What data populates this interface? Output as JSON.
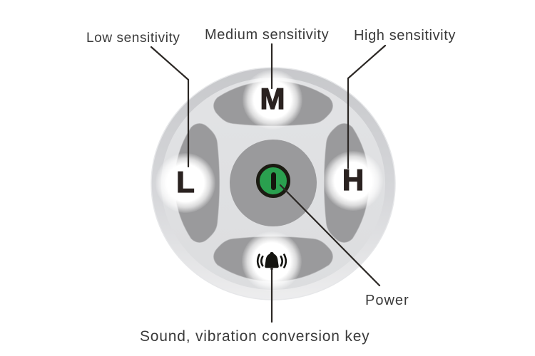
{
  "diagram": {
    "labels": {
      "low": "Low sensitivity",
      "medium": "Medium sensitivity",
      "high": "High sensitivity",
      "power": "Power",
      "sound": "Sound, vibration conversion key"
    },
    "buttons": {
      "low_letter": "L",
      "medium_letter": "M",
      "high_letter": "H"
    },
    "icons": {
      "power": "power-icon",
      "sound_vibration": "bell-vibration-icon"
    },
    "colors": {
      "power_button_green": "#2aa04f",
      "pad_gray": "#9a9a9c",
      "face_gray": "#e2e3e5",
      "ring_gray": "#cfd0d3",
      "label_text": "#3a3a3a",
      "leader_line": "#2b2724",
      "button_letter_dark": "#2a2220"
    }
  }
}
